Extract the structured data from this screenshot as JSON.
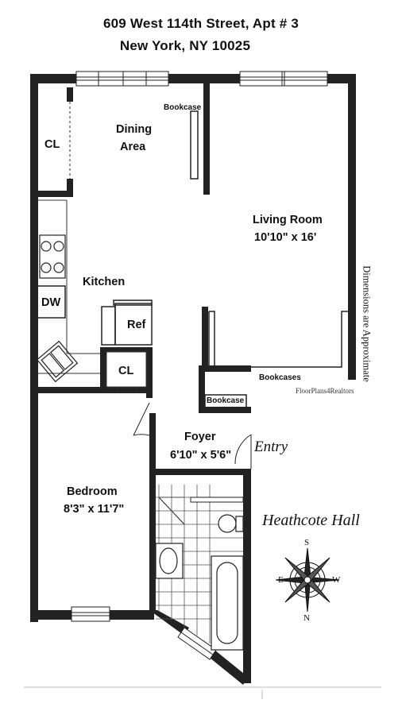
{
  "header": {
    "address_line1": "609 West 114th Street, Apt # 3",
    "address_line2": "New York, NY 10025"
  },
  "rooms": {
    "dining": {
      "name_line1": "Dining",
      "name_line2": "Area"
    },
    "living": {
      "name": "Living Room",
      "dims": "10'10\" x 16'"
    },
    "kitchen": {
      "name": "Kitchen"
    },
    "bedroom": {
      "name": "Bedroom",
      "dims": "8'3\" x 11'7\""
    },
    "foyer": {
      "name": "Foyer",
      "dims": "6'10\" x 5'6\""
    }
  },
  "labels": {
    "closet_top": "CL",
    "closet_mid": "CL",
    "dishwasher": "DW",
    "refrigerator": "Ref",
    "bookcase_top": "Bookcase",
    "bookcases": "Bookcases",
    "bookcase_foyer": "Bookcase",
    "entry": "Entry",
    "dimensions_note": "Dimensions are Approximate",
    "credit": "FloorPlans4Realtors",
    "building_name": "Heathcote Hall"
  },
  "compass": {
    "n": "N",
    "s": "S",
    "e": "E",
    "w": "W"
  }
}
